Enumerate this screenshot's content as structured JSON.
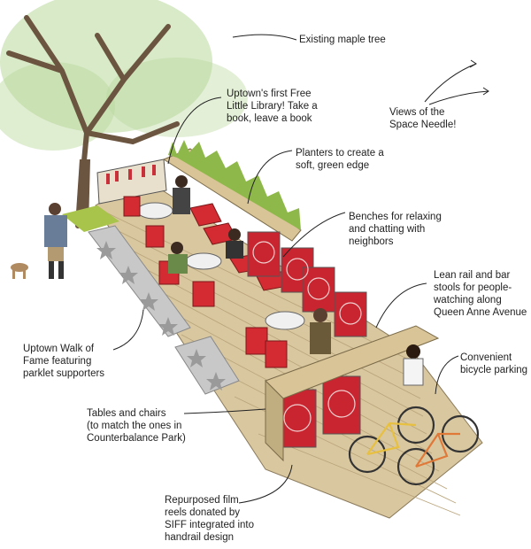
{
  "callouts": {
    "maple_tree": "Existing maple tree",
    "library": "Uptown's first Free\nLittle Library! Take a\nbook, leave a book",
    "space_needle": "Views of the\nSpace Needle!",
    "planters": "Planters to create a\nsoft, green edge",
    "benches": "Benches for relaxing\nand chatting with\nneighbors",
    "lean_rail": "Lean rail and bar\nstools for people-\nwatching along\nQueen Anne Avenue",
    "walk_of_fame": "Uptown Walk of\nFame featuring\nparklet supporters",
    "bicycle": "Convenient\nbicycle parking",
    "tables": "Tables and chairs\n(to match the ones in\nCounterbalance Park)",
    "film_reels": "Repurposed film\nreels donated by\nSIFF integrated into\nhandrail design"
  },
  "colors": {
    "deck": "#d9c7a0",
    "deck_line": "#b9a47a",
    "chair_red": "#d42a32",
    "panel_red": "#c82530",
    "planter_wood": "#d8c496",
    "grass": "#8fb84a",
    "tree_trunk": "#6b5440",
    "foliage": "#b8d89a",
    "sidewalk_tile": "#c8c8c8",
    "star": "#9a9a9a"
  },
  "icons": [
    "maple-tree",
    "person-with-dog",
    "star-tile",
    "red-chair",
    "round-table",
    "film-reel-panel",
    "bicycle",
    "bench-cushion",
    "arrow"
  ]
}
